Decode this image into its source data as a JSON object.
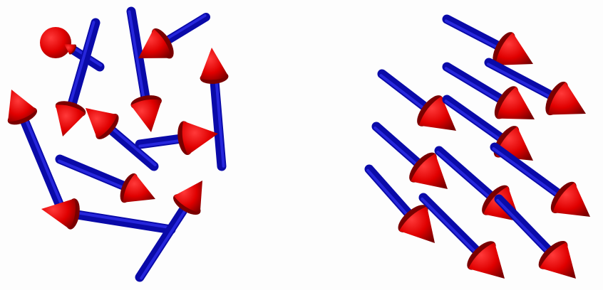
{
  "colors": {
    "background": "#fdfdfd",
    "shaft": "#0a0aa8",
    "shaft_highlight": "#3a3aff",
    "head": "#e00000",
    "head_shadow": "#7a0000"
  },
  "panels": [
    {
      "name": "disordered-arrows-panel",
      "arrow_count": 12
    },
    {
      "name": "aligned-arrows-panel",
      "arrow_count": 12
    }
  ]
}
